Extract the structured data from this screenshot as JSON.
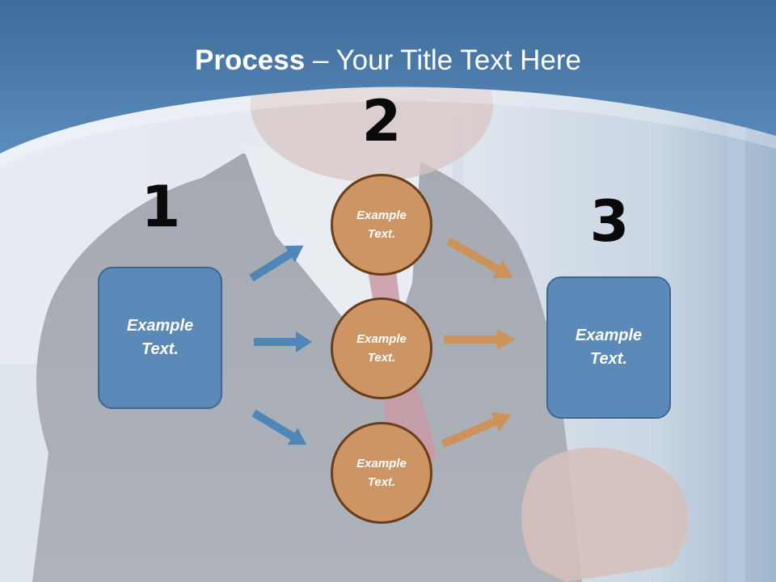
{
  "slide": {
    "title_strong": "Process",
    "title_separator": " – ",
    "title_rest": "Your Title Text Here"
  },
  "steps": {
    "step1": {
      "number": "1",
      "line1": "Example",
      "line2": "Text."
    },
    "step2": {
      "number": "2",
      "items": [
        {
          "line1": "Example",
          "line2": "Text."
        },
        {
          "line1": "Example",
          "line2": "Text."
        },
        {
          "line1": "Example",
          "line2": "Text."
        }
      ]
    },
    "step3": {
      "number": "3",
      "line1": "Example",
      "line2": "Text."
    }
  },
  "colors": {
    "header_blue": "#4b7fb1",
    "box_blue": "#5b89b8",
    "circle_orange": "#cc9563",
    "arrow_blue": "#4f86b8",
    "arrow_orange": "#cd915a"
  }
}
